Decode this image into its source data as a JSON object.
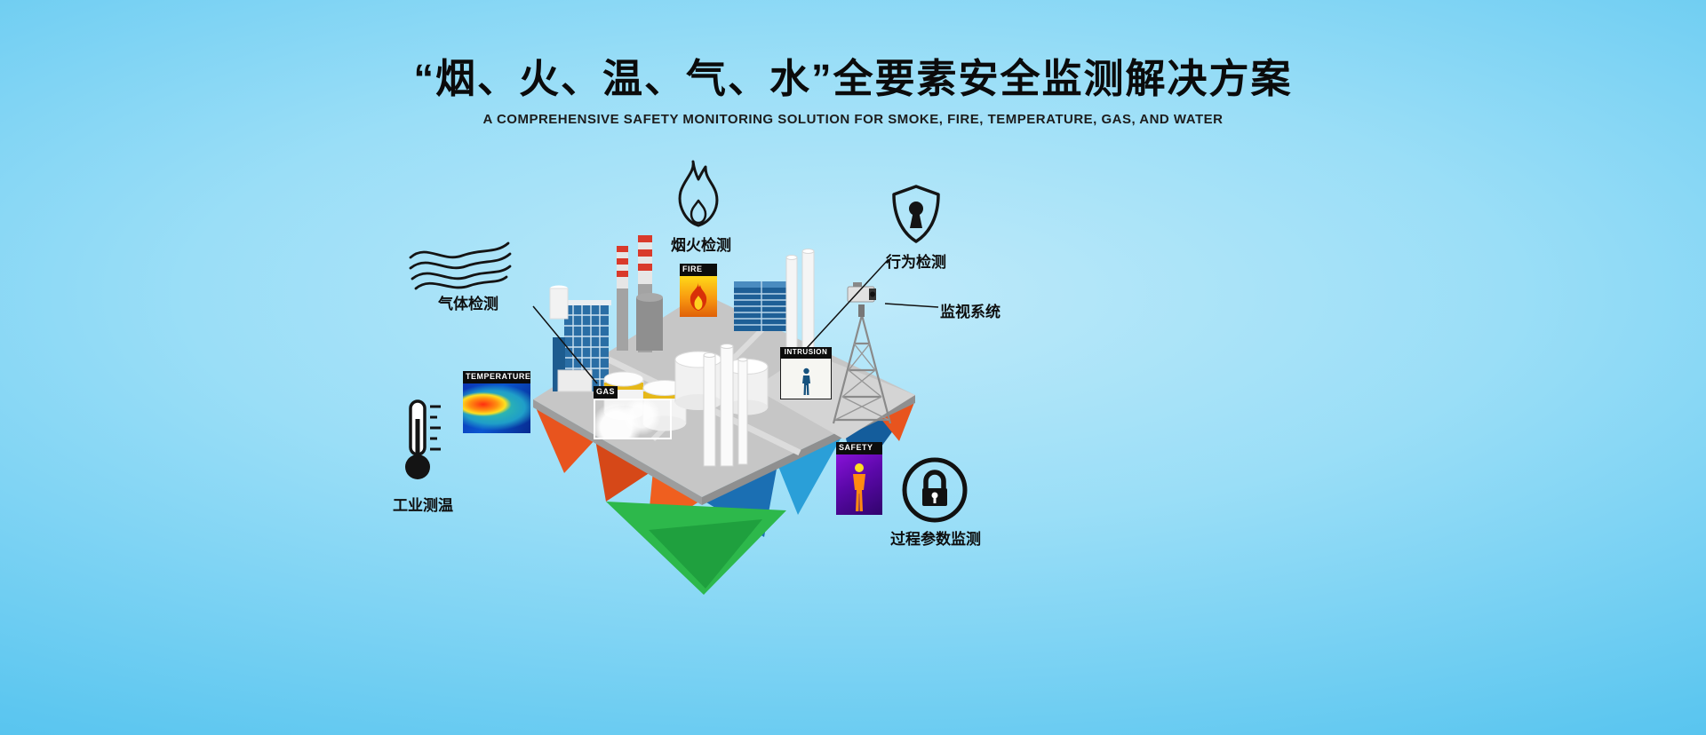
{
  "header": {
    "title": "“烟、火、温、气、水”全要素安全监测解决方案",
    "subtitle": "A COMPREHENSIVE SAFETY MONITORING SOLUTION FOR SMOKE, FIRE, TEMPERATURE, GAS, AND WATER"
  },
  "callouts": {
    "smoke_fire": "烟火检测",
    "behavior": "行为检测",
    "surveillance": "监视系统",
    "gas": "气体检测",
    "industrial_temp": "工业测温",
    "process_param": "过程参数监测"
  },
  "tags": {
    "temperature": "TEMPERATURE",
    "fire": "FIRE",
    "gas": "GAS",
    "intrusion": "INTRUSION",
    "safety": "SAFETY"
  },
  "colors": {
    "background_center": "#9adef7",
    "background_edge": "#2fb0e7",
    "title_color": "#0b0b0b",
    "island_top": "#c6c6c6",
    "island_orange": "#e8541e",
    "island_blue": "#1b6fb3",
    "island_green": "#2db84b",
    "tag_background": "#0c0c0c",
    "tag_text": "#ffffff"
  }
}
